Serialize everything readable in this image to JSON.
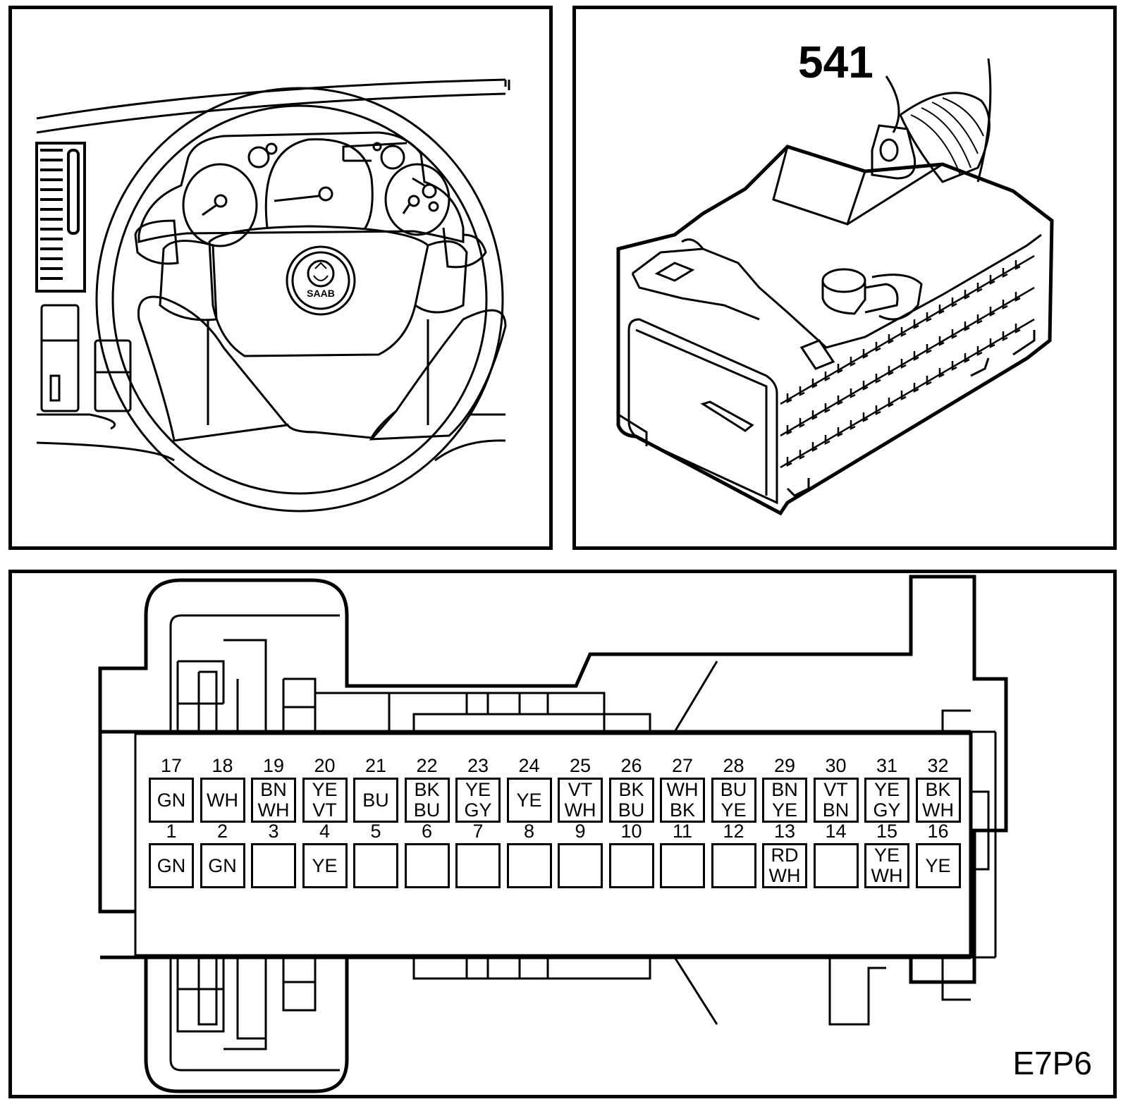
{
  "figure": {
    "callout_number": "541",
    "diagram_code": "E7P6",
    "logo_text": "SAAB"
  },
  "connector": {
    "top_row": [
      {
        "pin": "17",
        "wires": [
          "GN"
        ]
      },
      {
        "pin": "18",
        "wires": [
          "WH"
        ]
      },
      {
        "pin": "19",
        "wires": [
          "BN",
          "WH"
        ]
      },
      {
        "pin": "20",
        "wires": [
          "YE",
          "VT"
        ]
      },
      {
        "pin": "21",
        "wires": [
          "BU"
        ]
      },
      {
        "pin": "22",
        "wires": [
          "BK",
          "BU"
        ]
      },
      {
        "pin": "23",
        "wires": [
          "YE",
          "GY"
        ]
      },
      {
        "pin": "24",
        "wires": [
          "YE"
        ]
      },
      {
        "pin": "25",
        "wires": [
          "VT",
          "WH"
        ]
      },
      {
        "pin": "26",
        "wires": [
          "BK",
          "BU"
        ]
      },
      {
        "pin": "27",
        "wires": [
          "WH",
          "BK"
        ]
      },
      {
        "pin": "28",
        "wires": [
          "BU",
          "YE"
        ]
      },
      {
        "pin": "29",
        "wires": [
          "BN",
          "YE"
        ]
      },
      {
        "pin": "30",
        "wires": [
          "VT",
          "BN"
        ]
      },
      {
        "pin": "31",
        "wires": [
          "YE",
          "GY"
        ]
      },
      {
        "pin": "32",
        "wires": [
          "BK",
          "WH"
        ]
      }
    ],
    "bottom_row": [
      {
        "pin": "1",
        "wires": [
          "GN"
        ]
      },
      {
        "pin": "2",
        "wires": [
          "GN"
        ]
      },
      {
        "pin": "3",
        "wires": []
      },
      {
        "pin": "4",
        "wires": [
          "YE"
        ]
      },
      {
        "pin": "5",
        "wires": []
      },
      {
        "pin": "6",
        "wires": []
      },
      {
        "pin": "7",
        "wires": []
      },
      {
        "pin": "8",
        "wires": []
      },
      {
        "pin": "9",
        "wires": []
      },
      {
        "pin": "10",
        "wires": []
      },
      {
        "pin": "11",
        "wires": []
      },
      {
        "pin": "12",
        "wires": []
      },
      {
        "pin": "13",
        "wires": [
          "RD",
          "WH"
        ]
      },
      {
        "pin": "14",
        "wires": []
      },
      {
        "pin": "15",
        "wires": [
          "YE",
          "WH"
        ]
      },
      {
        "pin": "16",
        "wires": [
          "YE"
        ]
      }
    ]
  }
}
